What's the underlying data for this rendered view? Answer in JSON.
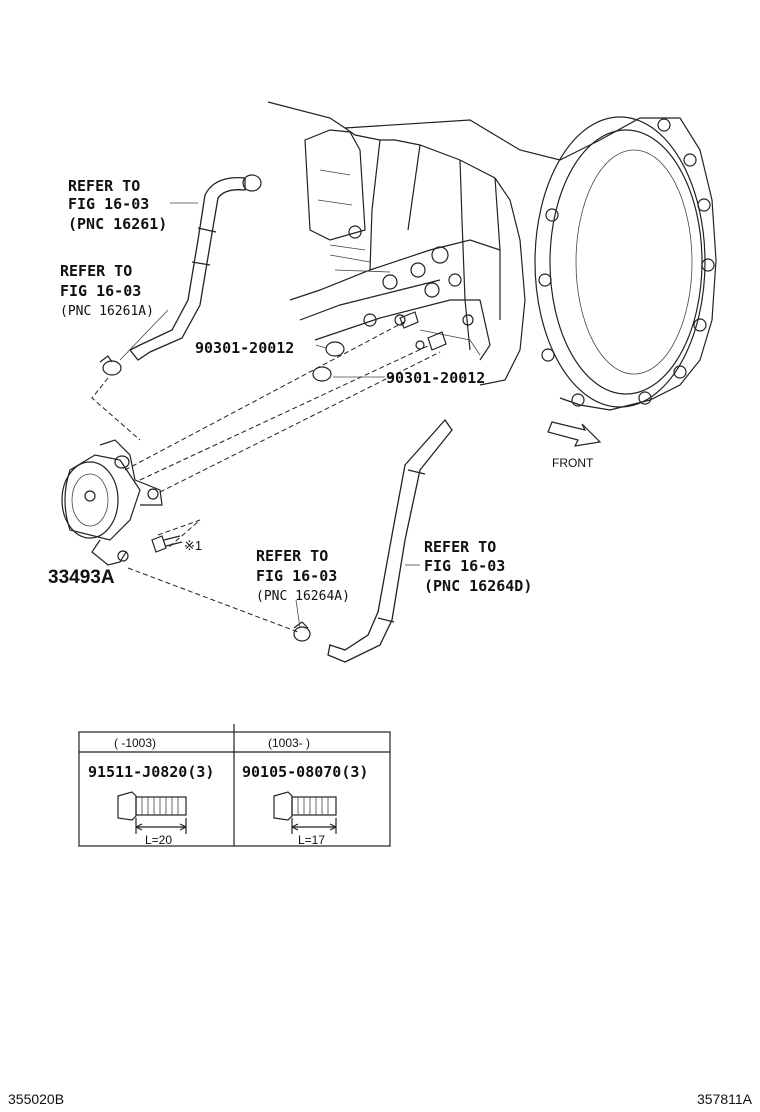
{
  "callouts": {
    "refer_a": {
      "line1": "REFER TO",
      "line2": "FIG 16-03",
      "line3": "(PNC 16261)"
    },
    "refer_b": {
      "line1": "REFER TO",
      "line2": "FIG 16-03",
      "line3": "(PNC 16261A)"
    },
    "refer_c": {
      "line1": "REFER TO",
      "line2": "FIG 16-03",
      "line3": "(PNC 16264A)"
    },
    "refer_d": {
      "line1": "REFER TO",
      "line2": "FIG 16-03",
      "line3": "(PNC 16264D)"
    },
    "gasket_1": "90301-20012",
    "gasket_2": "90301-20012",
    "cooler": "33493A",
    "bolt_ref": "※1",
    "front": "FRONT"
  },
  "table": {
    "col1_header": "(      -1003)",
    "col2_header": "(1003-      )",
    "col1_part": "91511-J0820(3)",
    "col2_part": "90105-08070(3)",
    "col1_length": "L=20",
    "col2_length": "L=17"
  },
  "footer": {
    "left_code": "355020B",
    "right_code": "357811A"
  }
}
